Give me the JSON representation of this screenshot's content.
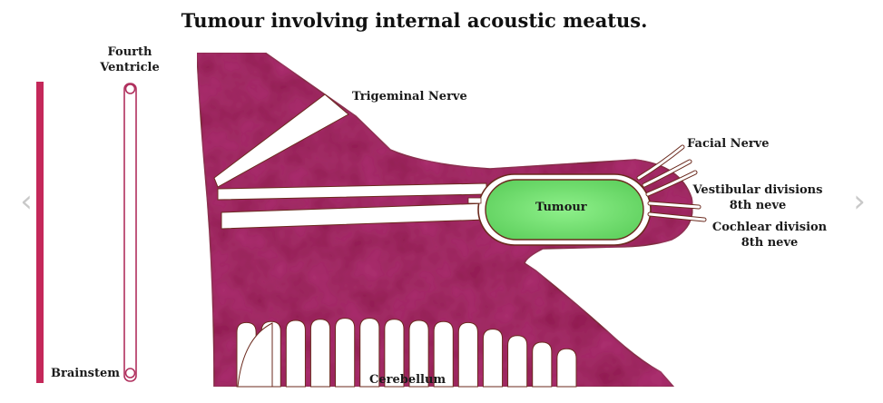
{
  "title": "Tumour involving internal acoustic meatus.",
  "labels": {
    "fourth_ventricle_line1": "Fourth",
    "fourth_ventricle_line2": "Ventricle",
    "trigeminal": "Trigeminal Nerve",
    "facial": "Facial Nerve",
    "vestibular_line1": "Vestibular divisions",
    "vestibular_line2": "8th neve",
    "cochlear_line1": "Cochlear division",
    "cochlear_line2": "8th neve",
    "tumour": "Tumour",
    "brainstem": "Brainstem",
    "cerebellum": "Cerebellum"
  },
  "nav": {
    "prev_icon": "chevron-left-icon",
    "next_icon": "chevron-right-icon",
    "prev_glyph": "‹",
    "next_glyph": "›"
  },
  "colors": {
    "tissue": "#8e1a4e",
    "tissue_dark": "#6e1239",
    "tumour": "#7ee07a",
    "nerve": "#ffffff",
    "outline": "#6b2a1e",
    "brainstem": "#c4285a"
  }
}
